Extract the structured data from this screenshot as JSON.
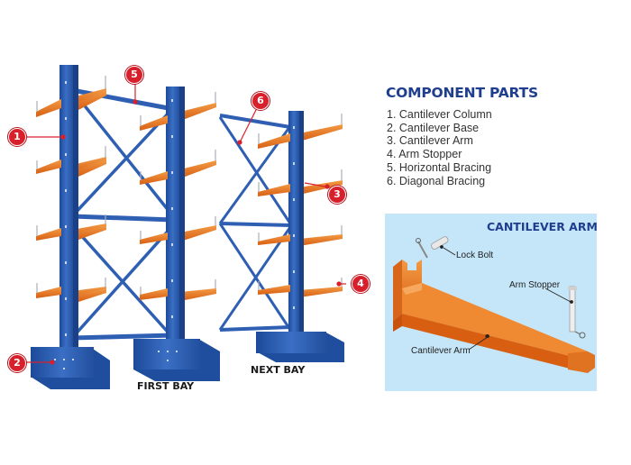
{
  "component_parts": {
    "title": "COMPONENT PARTS",
    "items": [
      "1.  Cantilever Column",
      "2.  Cantilever Base",
      "3.  Cantilever Arm",
      "4.  Arm Stopper",
      "5.  Horizontal Bracing",
      "6.  Diagonal Bracing"
    ]
  },
  "cantilever_arm_detail": {
    "title": "CANTILEVER ARM",
    "lock_bolt_label": "Lock Bolt",
    "arm_stopper_label": "Arm Stopper",
    "cantilever_arm_label": "Cantilever Arm"
  },
  "bays": {
    "first_bay": "FIRST BAY",
    "next_bay": "NEXT BAY"
  },
  "badges": [
    "1",
    "2",
    "3",
    "4",
    "5",
    "6"
  ],
  "colors": {
    "column_blue": "#2f5fb0",
    "arm_orange": "#e8721e",
    "badge_red": "#d7202b",
    "title_navy": "#1f3f8e",
    "panel_blue": "#c5e6f9"
  }
}
